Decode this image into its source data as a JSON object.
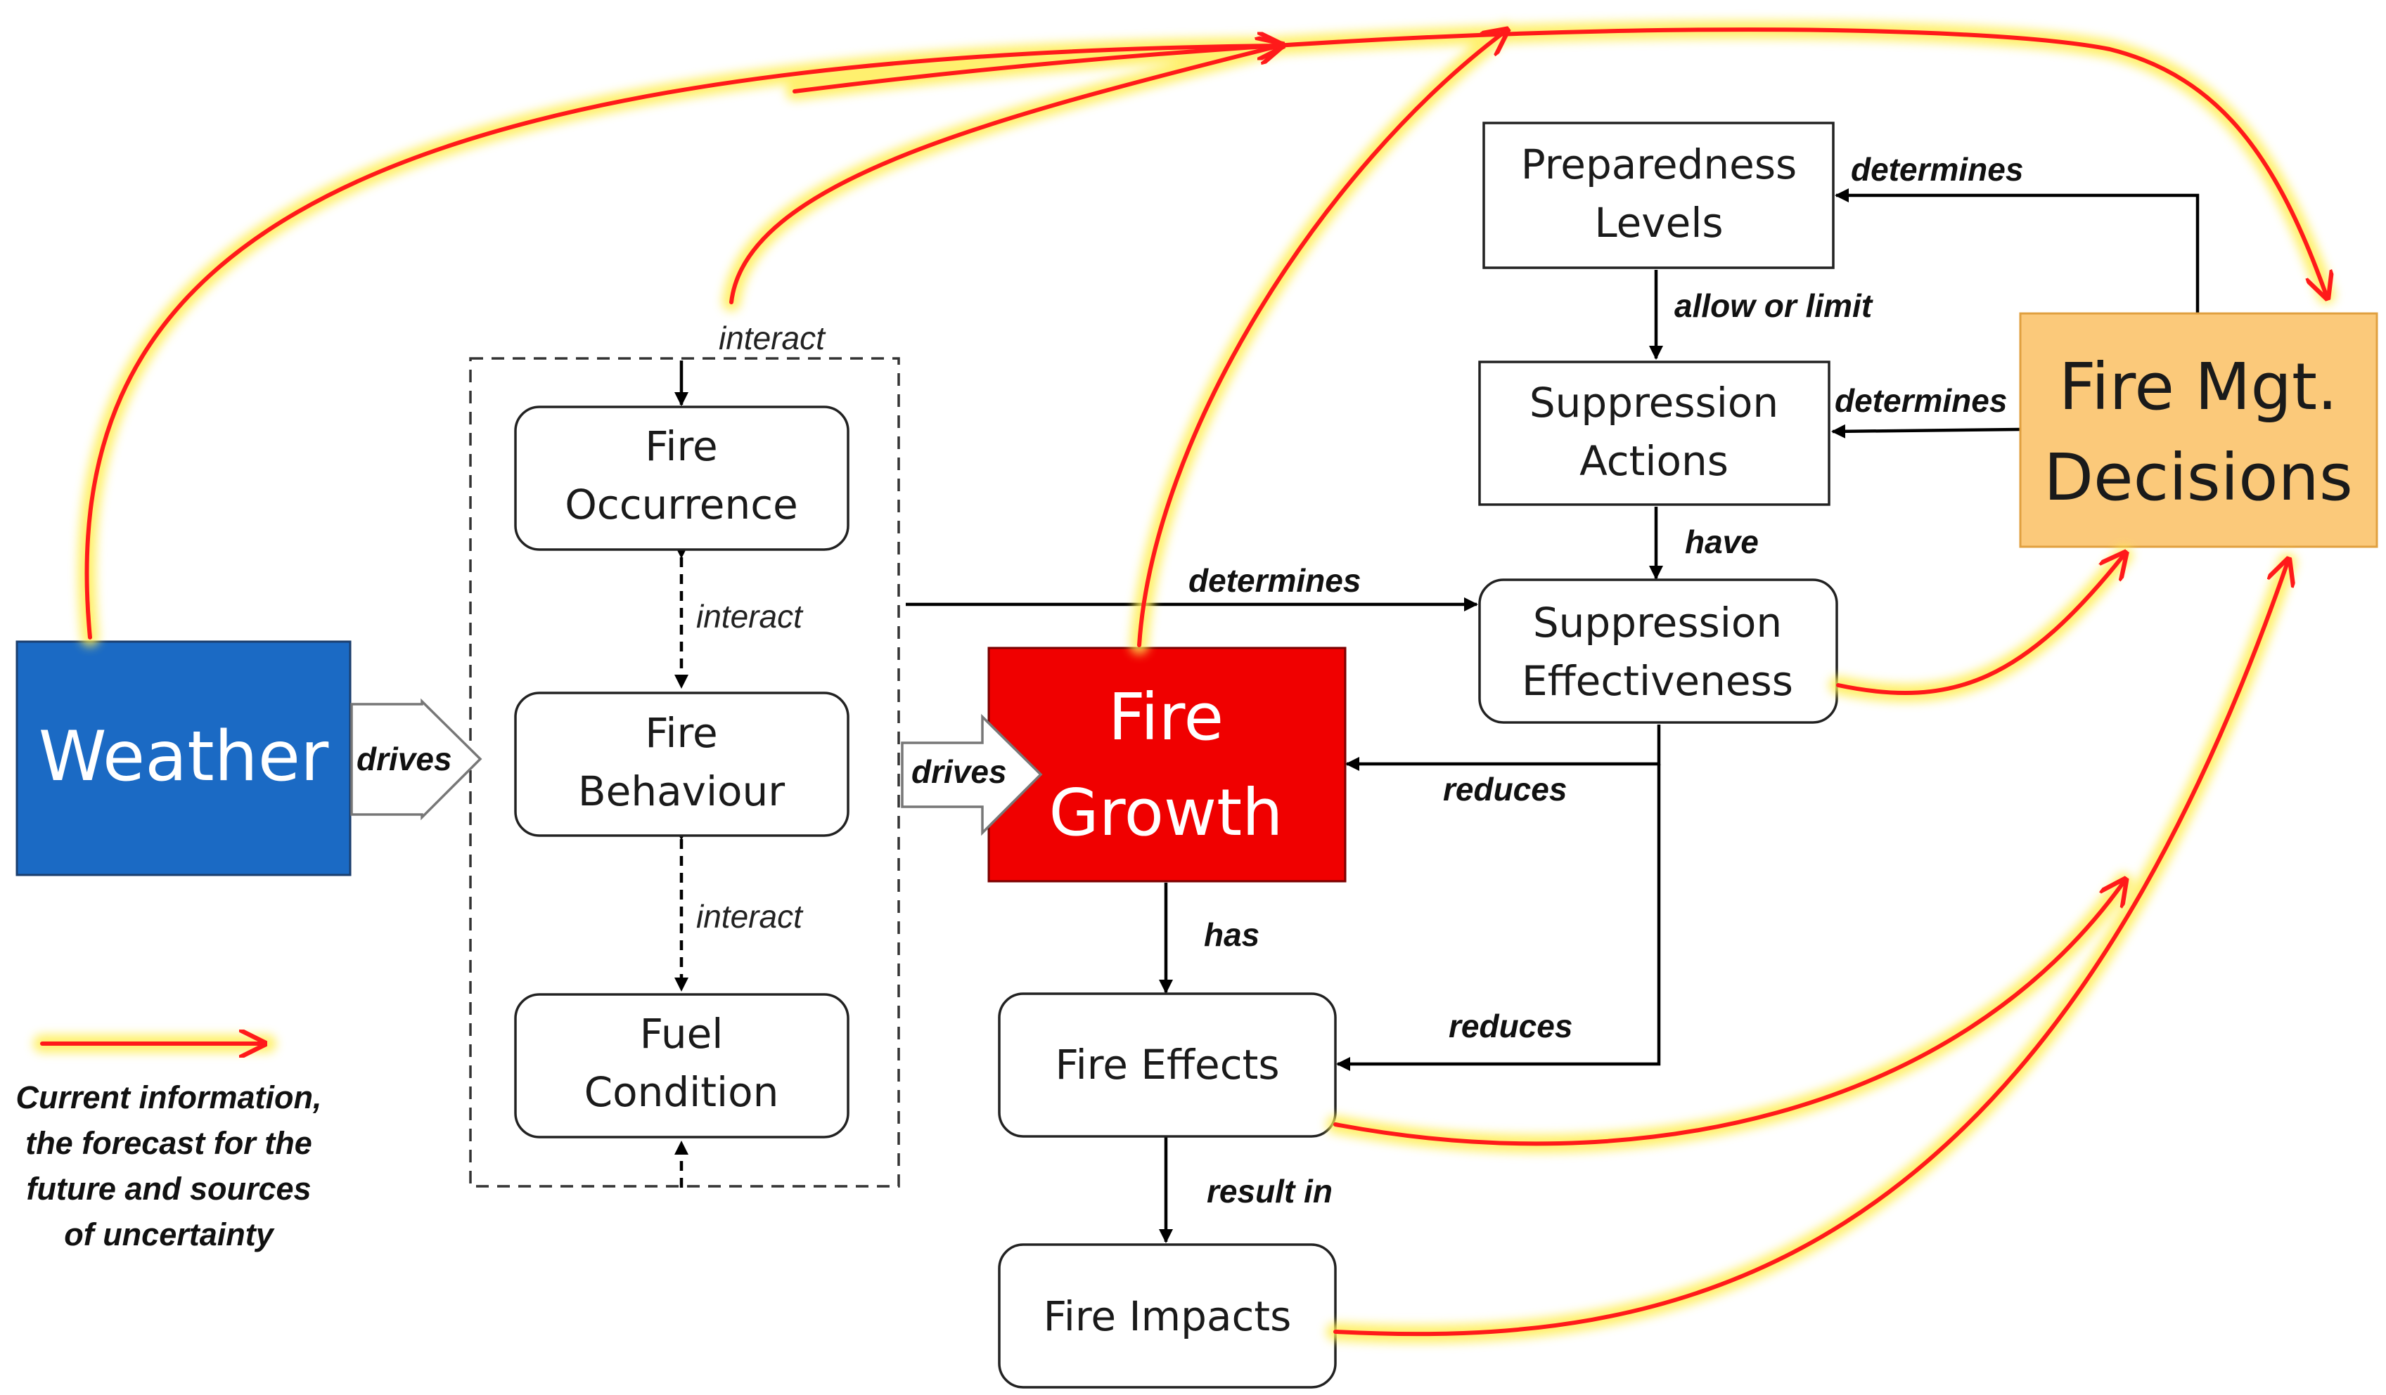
{
  "colors": {
    "weather_fill": "#1b6ac4",
    "fire_growth_fill": "#f00000",
    "decisions_fill": "#fbc97a",
    "info_arrow": "#ff1a1a",
    "info_glow": "#ffee55"
  },
  "nodes": {
    "weather": "Weather",
    "fire_occurrence": [
      "Fire",
      "Occurrence"
    ],
    "fire_behaviour": [
      "Fire",
      "Behaviour"
    ],
    "fuel_condition": [
      "Fuel",
      "Condition"
    ],
    "fire_growth": [
      "Fire",
      "Growth"
    ],
    "preparedness_levels": [
      "Preparedness",
      "Levels"
    ],
    "suppression_actions": [
      "Suppression",
      "Actions"
    ],
    "suppression_effectiveness": [
      "Suppression",
      "Effectiveness"
    ],
    "fire_mgt_decisions": [
      "Fire Mgt.",
      "Decisions"
    ],
    "fire_effects": "Fire Effects",
    "fire_impacts": "Fire Impacts"
  },
  "edge_labels": {
    "weather_drives": "drives",
    "group_drives": "drives",
    "interact_top": "interact",
    "interact_occ_beh": "interact",
    "interact_beh_fuel": "interact",
    "group_determines": "determines",
    "prep_determines": "determines",
    "allow_or_limit": "allow or limit",
    "actions_determines": "determines",
    "have": "have",
    "reduces_growth": "reduces",
    "has": "has",
    "reduces_effects": "reduces",
    "result_in": "result in"
  },
  "legend": {
    "lines": [
      "Current information,",
      "the forecast for the",
      "future and sources",
      "of uncertainty"
    ]
  }
}
